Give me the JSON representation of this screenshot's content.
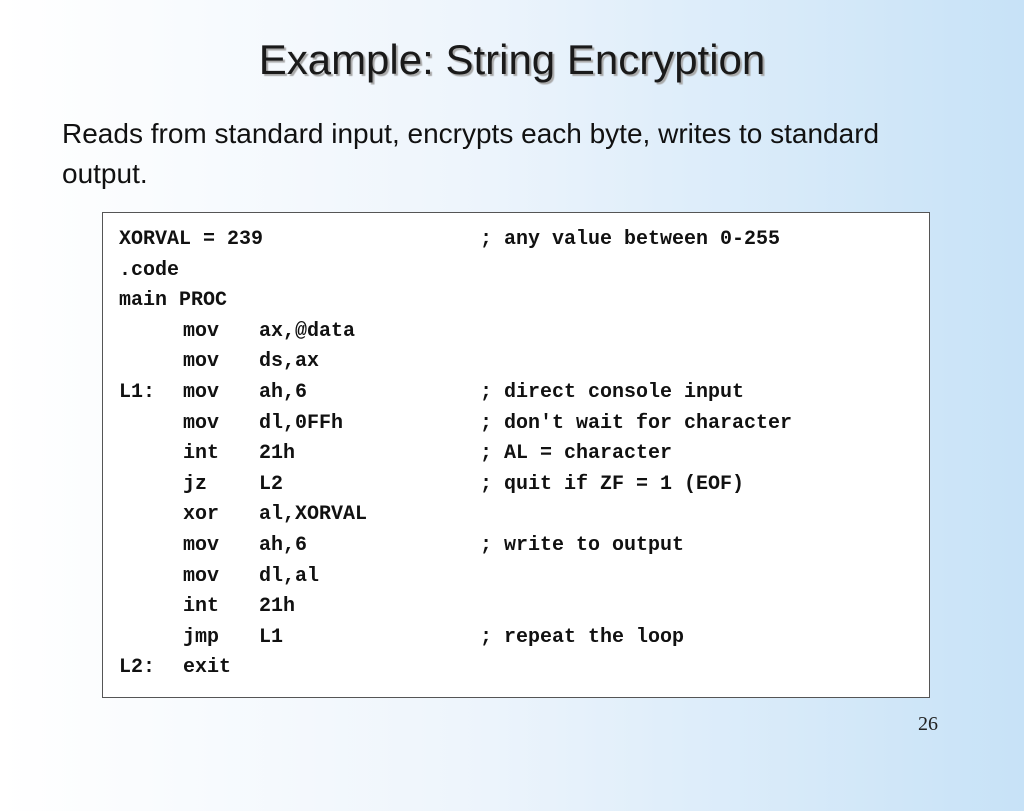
{
  "slide": {
    "title": "Example: String Encryption",
    "intro": "Reads from standard input, encrypts each byte, writes to standard output.",
    "page_number": "26"
  },
  "code": {
    "lines": [
      {
        "label": "XORVAL = 239",
        "op": "",
        "args": "",
        "comment": "; any value between 0-255"
      },
      {
        "label": ".code",
        "op": "",
        "args": "",
        "comment": ""
      },
      {
        "label": "main PROC",
        "op": "",
        "args": "",
        "comment": ""
      },
      {
        "label": "",
        "op": "mov",
        "args": "ax,@data",
        "comment": ""
      },
      {
        "label": "",
        "op": "mov",
        "args": "ds,ax",
        "comment": ""
      },
      {
        "label": "L1:",
        "op": "mov",
        "args": "ah,6",
        "comment": "; direct console input"
      },
      {
        "label": "",
        "op": "mov",
        "args": "dl,0FFh",
        "comment": "; don't wait for character"
      },
      {
        "label": "",
        "op": "int",
        "args": "21h",
        "comment": "; AL = character"
      },
      {
        "label": "",
        "op": "jz",
        "args": "L2",
        "comment": "; quit if ZF = 1 (EOF)"
      },
      {
        "label": "",
        "op": "xor",
        "args": "al,XORVAL",
        "comment": ""
      },
      {
        "label": "",
        "op": "mov",
        "args": "ah,6",
        "comment": "; write to output"
      },
      {
        "label": "",
        "op": "mov",
        "args": "dl,al",
        "comment": ""
      },
      {
        "label": "",
        "op": "int",
        "args": "21h",
        "comment": ""
      },
      {
        "label": "",
        "op": "jmp",
        "args": "L1",
        "comment": "; repeat the loop"
      },
      {
        "label": "L2:",
        "op": "exit",
        "args": "",
        "comment": ""
      }
    ]
  }
}
